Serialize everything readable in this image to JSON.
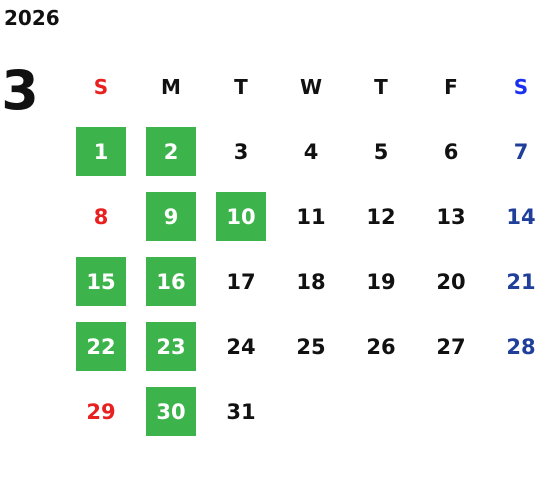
{
  "calendar": {
    "year": "2026",
    "month": "3",
    "weekdays": [
      "S",
      "M",
      "T",
      "W",
      "T",
      "F",
      "S"
    ],
    "days": [
      [
        "1",
        "2",
        "3",
        "4",
        "5",
        "6",
        "7"
      ],
      [
        "8",
        "9",
        "10",
        "11",
        "12",
        "13",
        "14"
      ],
      [
        "15",
        "16",
        "17",
        "18",
        "19",
        "20",
        "21"
      ],
      [
        "22",
        "23",
        "24",
        "25",
        "26",
        "27",
        "28"
      ],
      [
        "29",
        "30",
        "31",
        "",
        "",
        "",
        ""
      ]
    ],
    "highlighted": [
      "1",
      "2",
      "9",
      "10",
      "15",
      "16",
      "22",
      "23",
      "30"
    ]
  },
  "colors": {
    "highlight": "#3cb44b",
    "sunday": "#e82020",
    "saturday": "#1f3f9a",
    "saturday_header": "#1a2ff0"
  }
}
